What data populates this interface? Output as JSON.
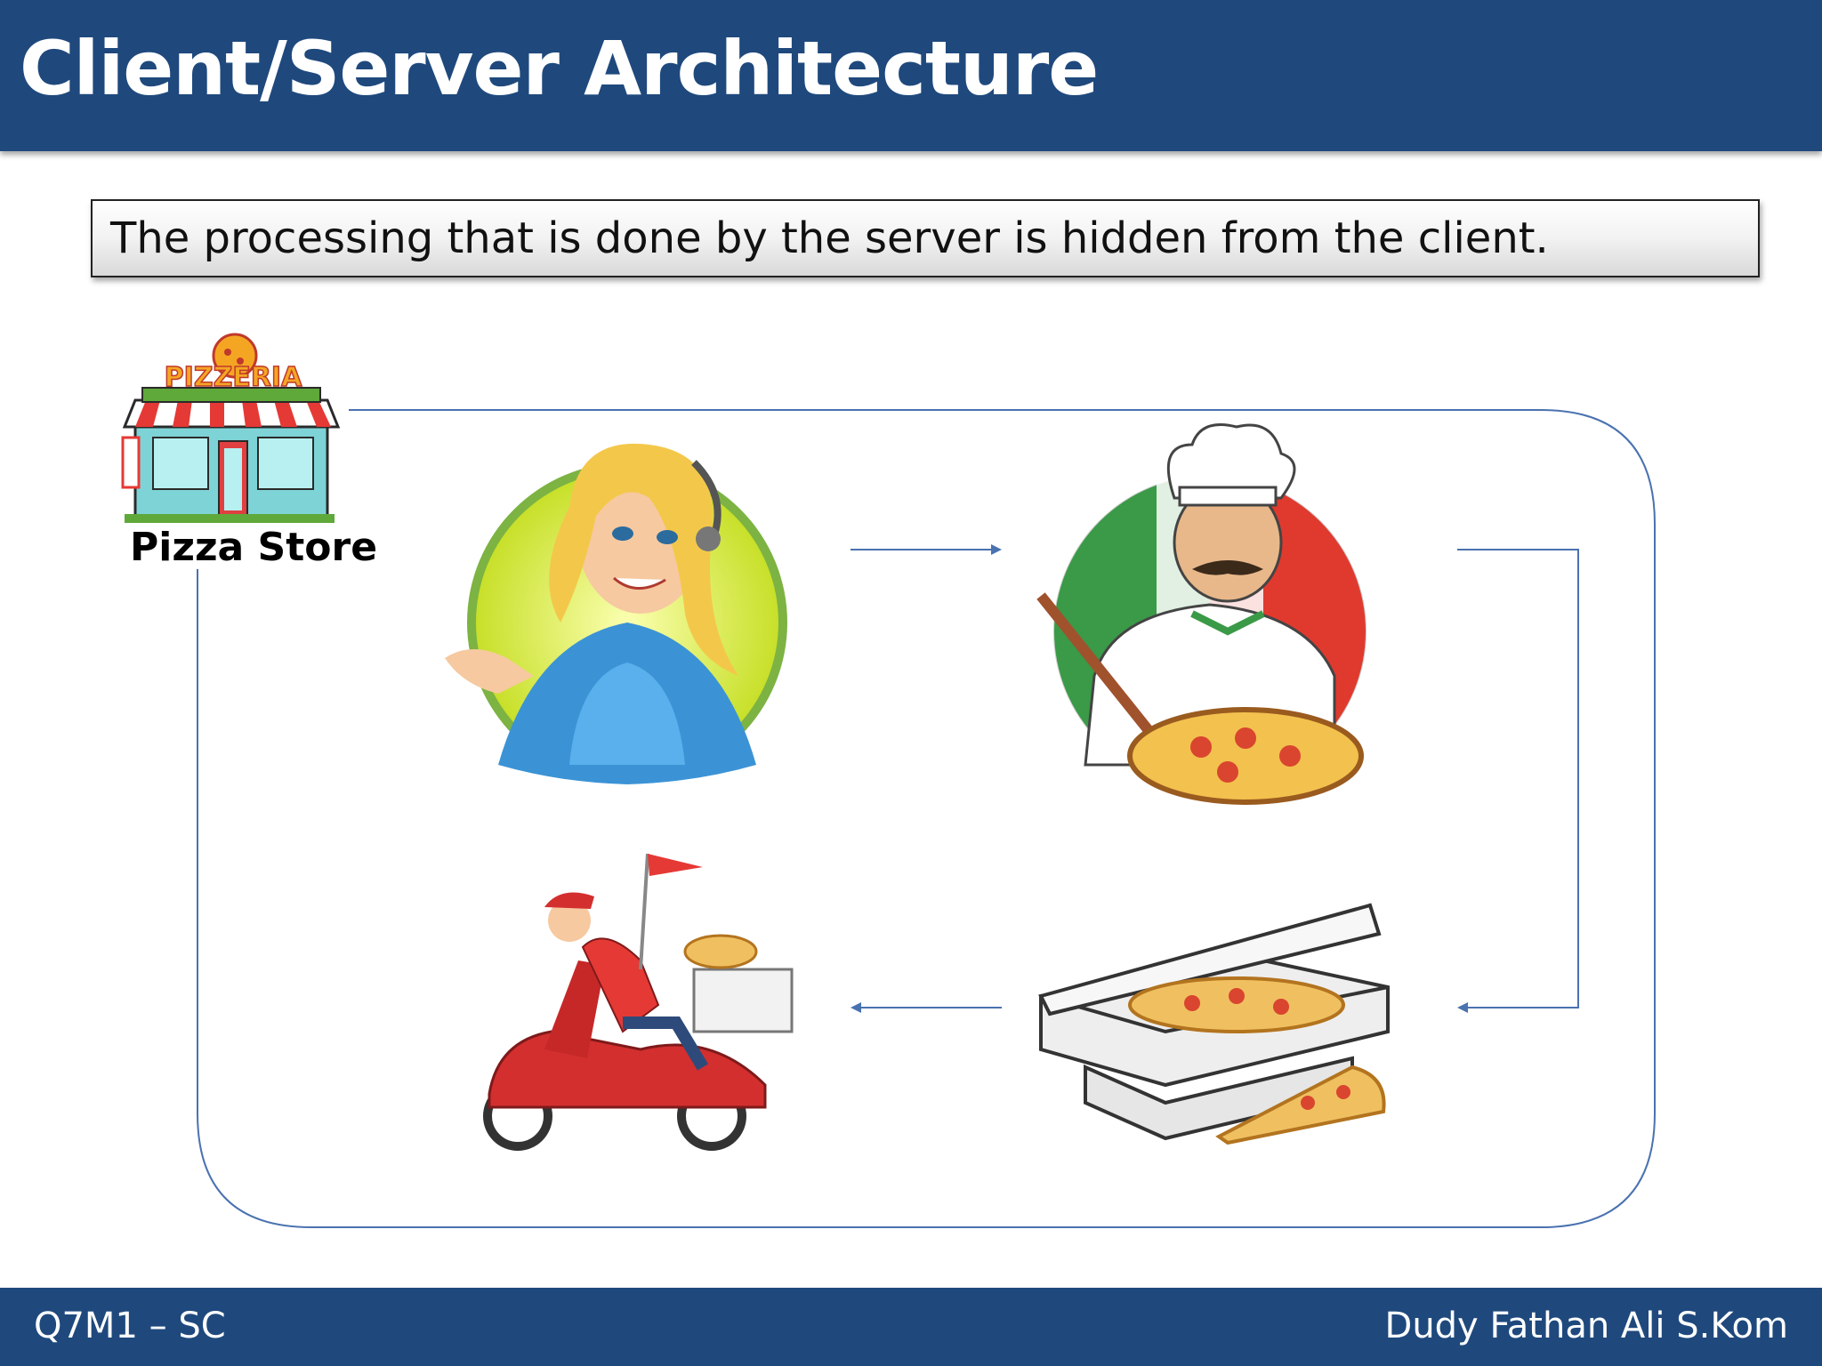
{
  "slide": {
    "title": "Client/Server Architecture",
    "callout": "The processing that is done by the server is hidden from the client."
  },
  "diagram": {
    "store_sign": "PIZZERIA",
    "store_label": "Pizza Store",
    "images": [
      {
        "name": "call-center-operator-illustration"
      },
      {
        "name": "pizza-chef-illustration"
      },
      {
        "name": "pizza-box-illustration"
      },
      {
        "name": "delivery-scooter-illustration"
      }
    ]
  },
  "footer": {
    "left": "Q7M1 – SC",
    "right": "Dudy Fathan Ali S.Kom"
  },
  "colors": {
    "header_bg": "#1f497d",
    "accent_line": "#4a72b0"
  }
}
